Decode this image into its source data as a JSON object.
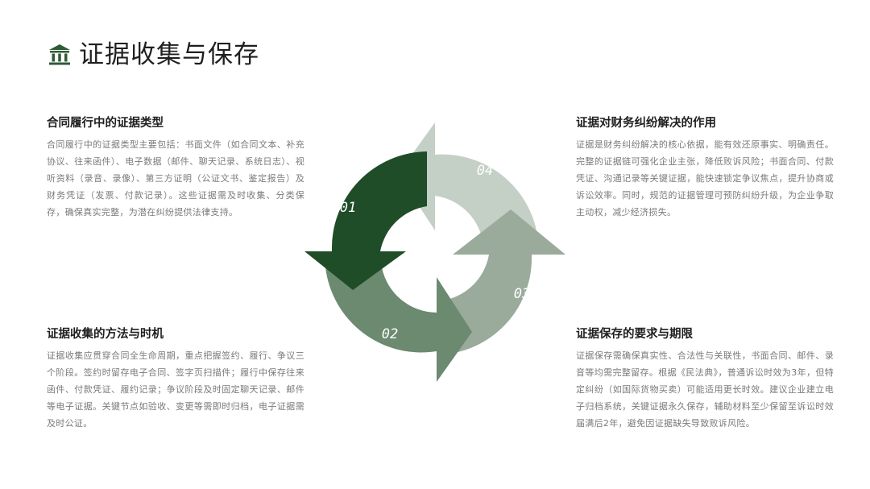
{
  "title": "证据收集与保存",
  "icons": {
    "title_icon": "building-columns-icon"
  },
  "colors": {
    "arrow_01": "#1e4d28",
    "arrow_02": "#6b8a70",
    "arrow_03": "#9aab9c",
    "arrow_04": "#c4cfc5",
    "title_icon": "#2f5b36"
  },
  "cycle": {
    "steps": [
      {
        "num": "01"
      },
      {
        "num": "02"
      },
      {
        "num": "03"
      },
      {
        "num": "04"
      }
    ]
  },
  "sections": {
    "types": {
      "heading": "合同履行中的证据类型",
      "body": "合同履行中的证据类型主要包括：书面文件（如合同文本、补充协议、往来函件）、电子数据（邮件、聊天记录、系统日志）、视听资料（录音、录像）、第三方证明（公证文书、鉴定报告）及财务凭证（发票、付款记录）。这些证据需及时收集、分类保存，确保真实完整，为潜在纠纷提供法律支持。"
    },
    "methods": {
      "heading": "证据收集的方法与时机",
      "body": "证据收集应贯穿合同全生命周期，重点把握签约、履行、争议三个阶段。签约时留存电子合同、签字页扫描件；履行中保存往来函件、付款凭证、履约记录；争议阶段及时固定聊天记录、邮件等电子证据。关键节点如验收、变更等需即时归档，电子证据需及时公证。"
    },
    "role": {
      "heading": "证据对财务纠纷解决的作用",
      "body": "证据是财务纠纷解决的核心依据，能有效还原事实、明确责任。完整的证据链可强化企业主张，降低败诉风险；书面合同、付款凭证、沟通记录等关键证据，能快速锁定争议焦点，提升协商或诉讼效率。同时，规范的证据管理可预防纠纷升级，为企业争取主动权，减少经济损失。"
    },
    "storage": {
      "heading": "证据保存的要求与期限",
      "body": "证据保存需确保真实性、合法性与关联性，书面合同、邮件、录音等均需完整留存。根据《民法典》，普通诉讼时效为3年，但特定纠纷（如国际货物买卖）可能适用更长时效。建议企业建立电子归档系统，关键证据永久保存，辅助材料至少保留至诉讼时效届满后2年，避免因证据缺失导致败诉风险。"
    }
  }
}
